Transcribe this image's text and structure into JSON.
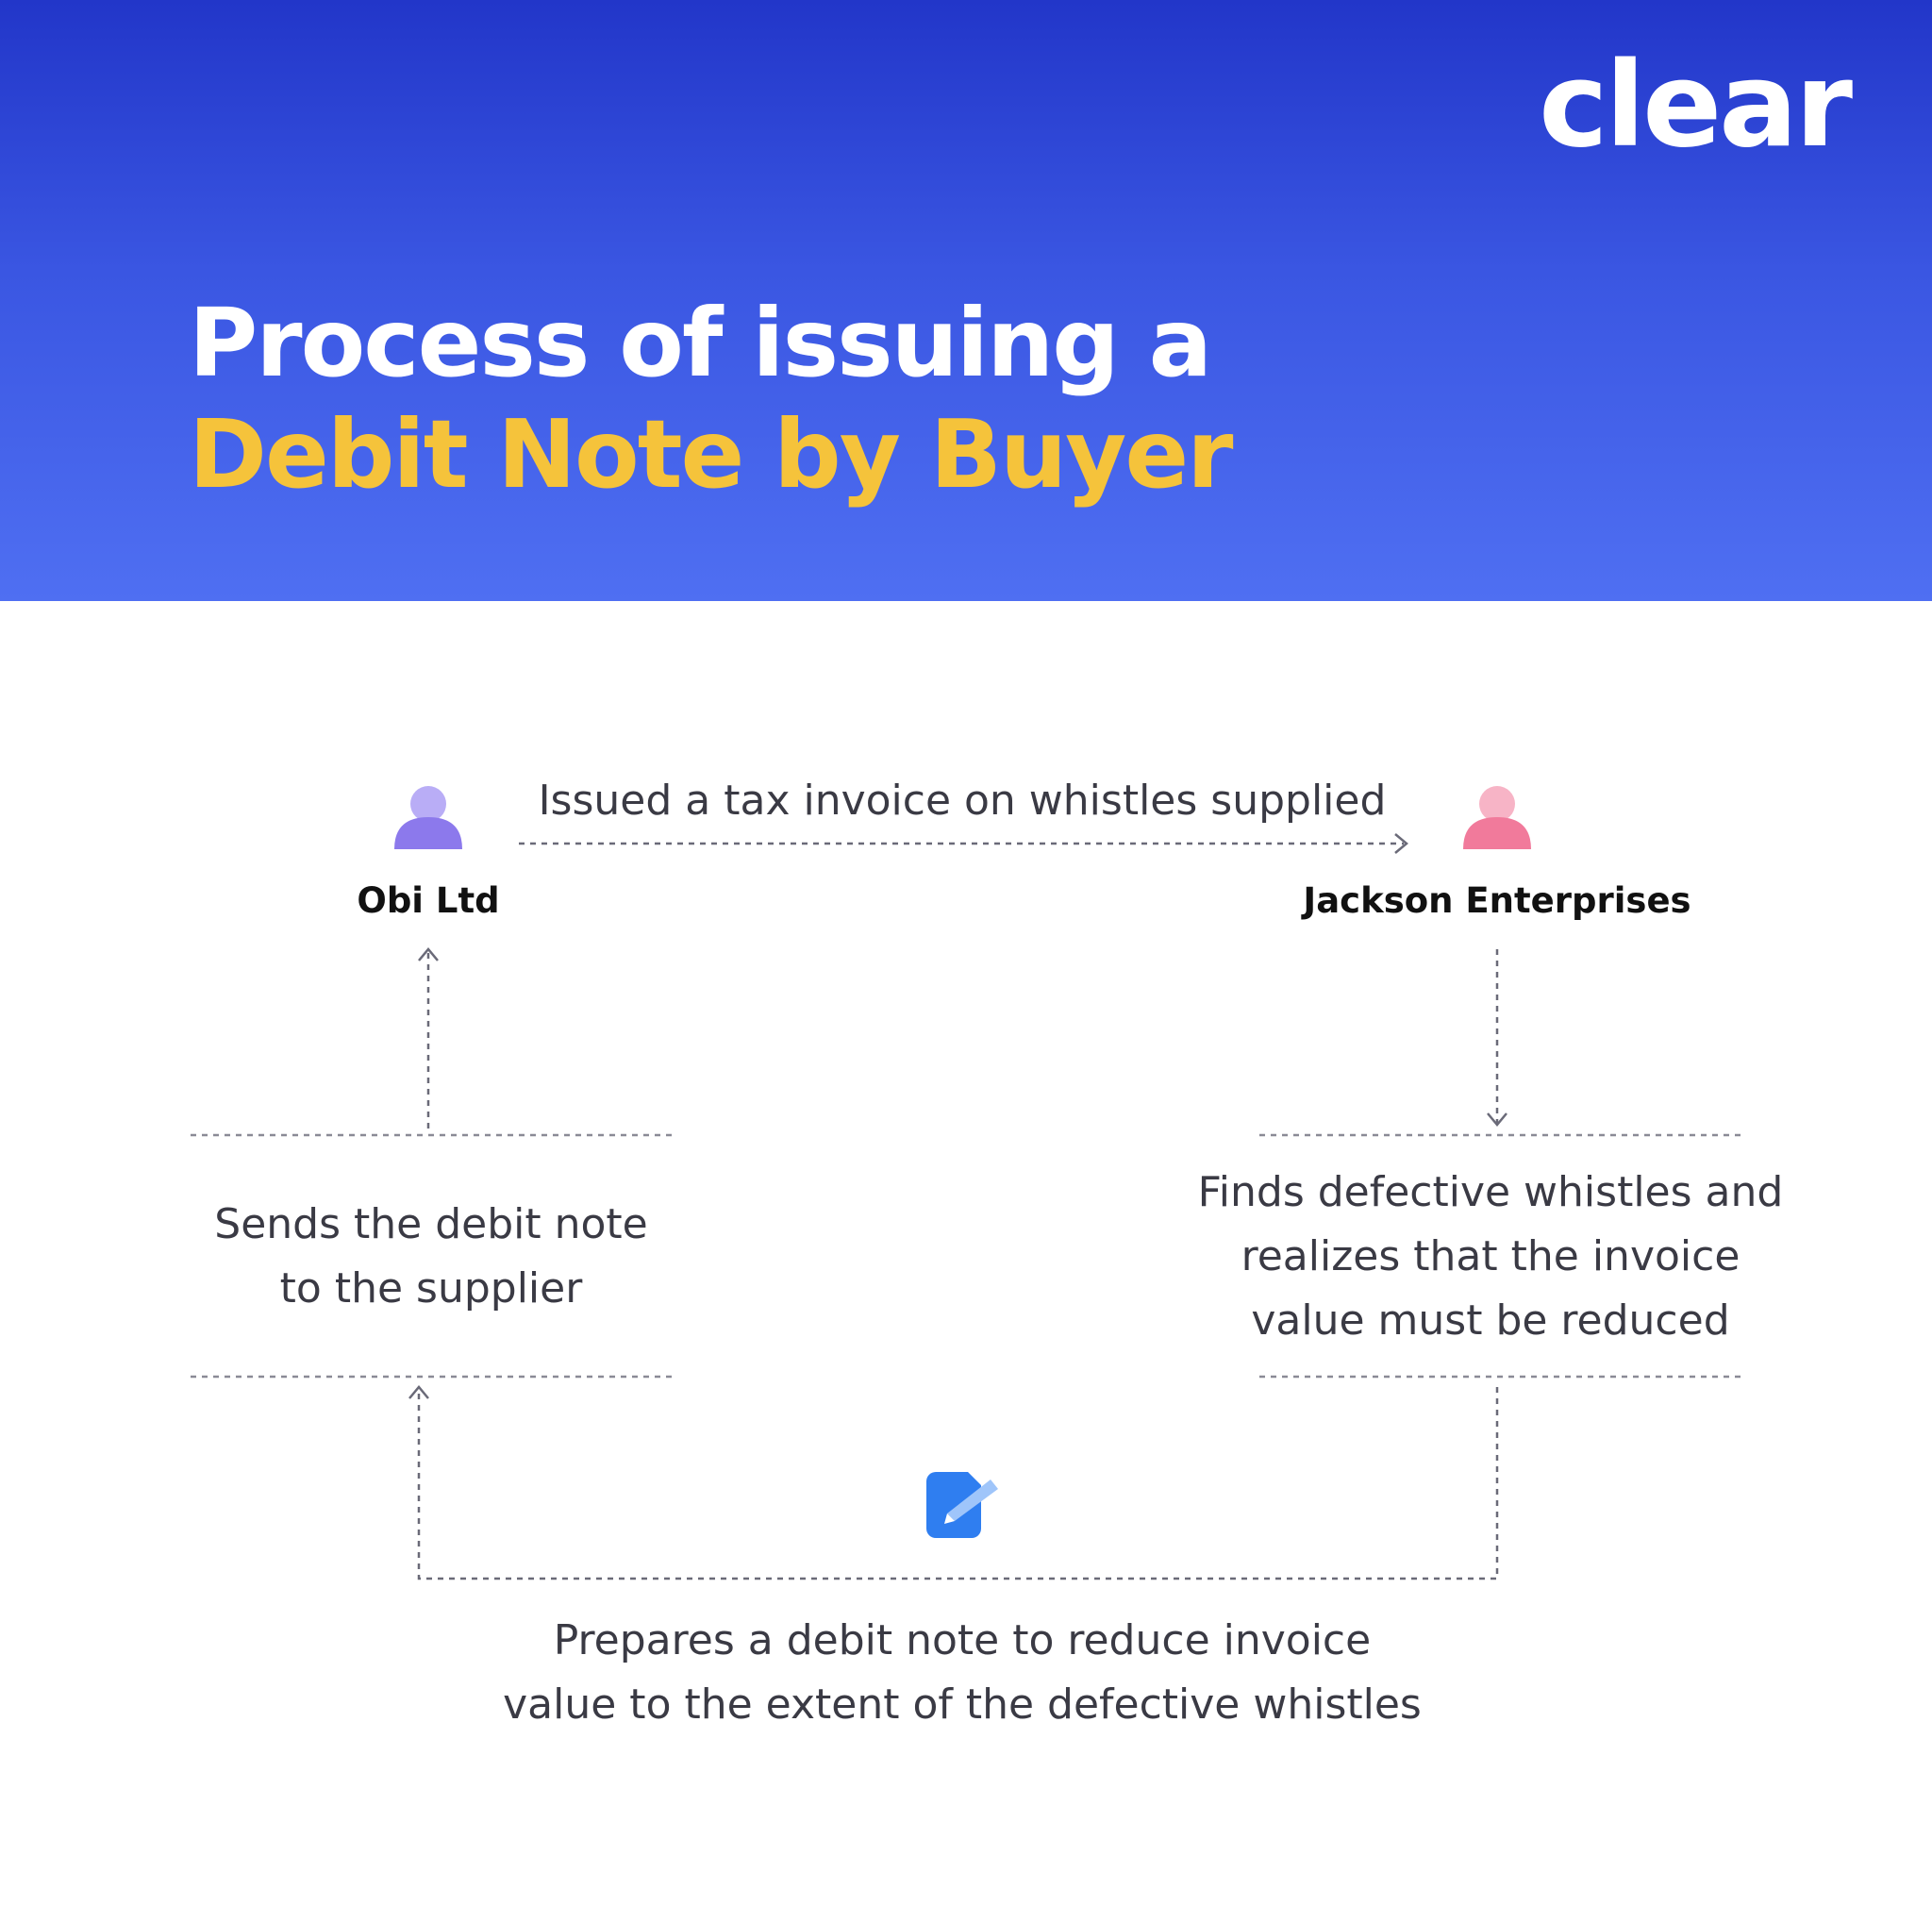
{
  "brand": {
    "logo_text": "clear"
  },
  "title": {
    "line1": "Process of issuing a",
    "line2": "Debit Note by Buyer"
  },
  "colors": {
    "header_top": "#2236c9",
    "header_bottom": "#4f6ff2",
    "title_highlight": "#f5c33b",
    "supplier_avatar": "#8c79ec",
    "buyer_avatar": "#f17a9b",
    "note_icon": "#2f7ef0"
  },
  "parties": {
    "supplier": {
      "name": "Obi Ltd",
      "icon": "person-icon"
    },
    "buyer": {
      "name": "Jackson Enterprises",
      "icon": "person-icon"
    }
  },
  "steps": {
    "issue_invoice": "Issued a tax invoice on whistles supplied",
    "find_defects": [
      "Finds defective whistles and",
      "realizes that the invoice",
      "value must be reduced"
    ],
    "prepare_note": [
      "Prepares a debit note to reduce invoice",
      "value to the extent of the defective whistles"
    ],
    "send_note": [
      "Sends the debit note",
      "to the supplier"
    ]
  },
  "note_icon": "document-edit-icon"
}
